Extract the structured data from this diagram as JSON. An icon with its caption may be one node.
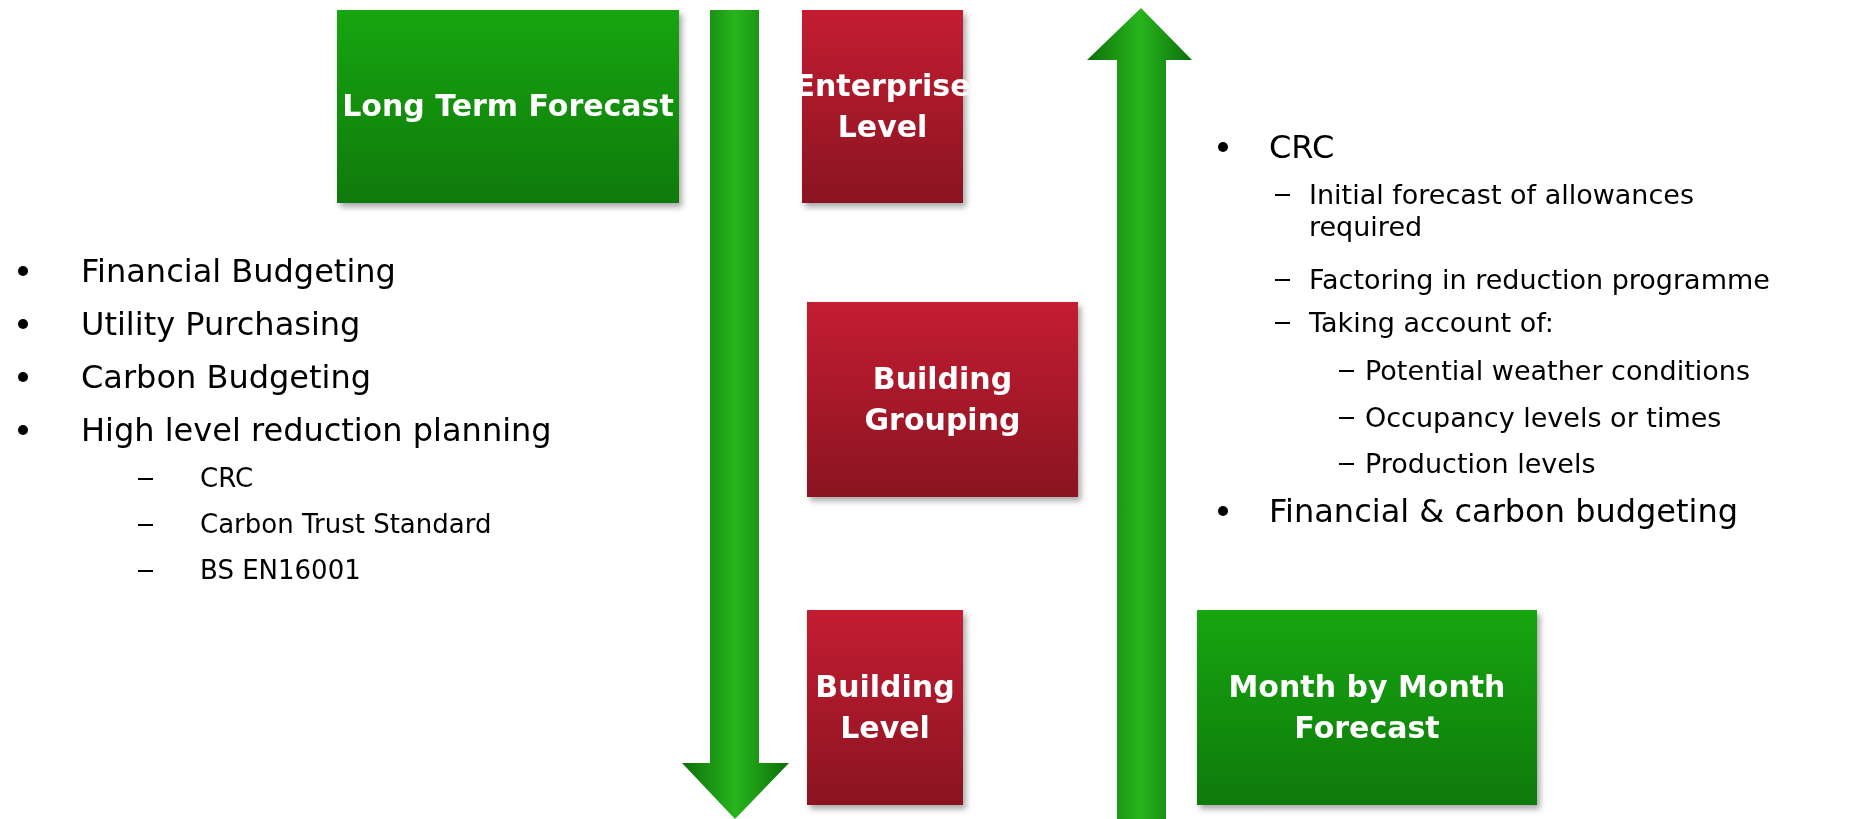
{
  "diagram": {
    "nodes": [
      {
        "text": [
          "Long Term Forecast"
        ]
      },
      {
        "text": [
          "Enterprise Level"
        ]
      },
      {
        "text": [
          "Building Grouping"
        ]
      },
      {
        "text": [
          "Building Level"
        ]
      },
      {
        "text": [
          "Month by Month Forecast"
        ]
      }
    ],
    "labels": [
      "Financial Budgeting",
      "Utility Purchasing",
      "Carbon Budgeting",
      "High level reduction planning",
      "CRC",
      "Carbon Trust Standard",
      "BS EN16001",
      "CRC",
      "Initial forecast of allowances required",
      "Factoring in reduction programme",
      "Taking account of:",
      "Potential weather conditions",
      "Occupancy levels or times",
      "Production levels",
      "Financial & carbon budgeting"
    ]
  }
}
